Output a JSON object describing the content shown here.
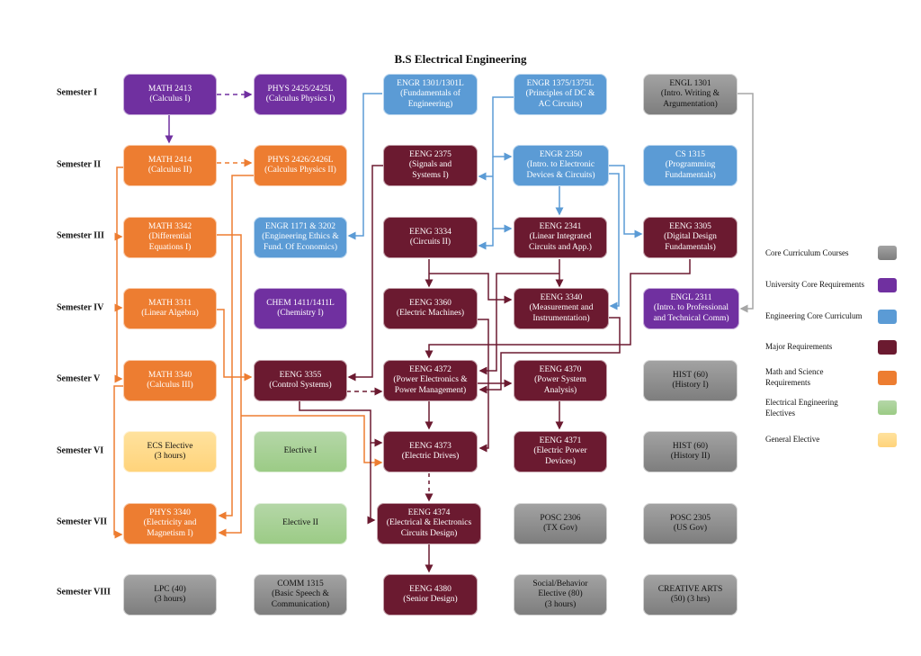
{
  "title": "B.S Electrical Engineering",
  "colors": {
    "core": "#8c8c8c",
    "univ": "#7030a0",
    "eng": "#5b9bd5",
    "major": "#6b1a30",
    "math": "#ed7d31",
    "eee": "#a8d08d",
    "gen": "#ffd98a",
    "line_core": "#a6a6a6"
  },
  "semesters": [
    {
      "id": "s1",
      "label": "Semester I"
    },
    {
      "id": "s2",
      "label": "Semester II"
    },
    {
      "id": "s3",
      "label": "Semester III"
    },
    {
      "id": "s4",
      "label": "Semester IV"
    },
    {
      "id": "s5",
      "label": "Semester V"
    },
    {
      "id": "s6",
      "label": "Semester VI"
    },
    {
      "id": "s7",
      "label": "Semester VII"
    },
    {
      "id": "s8",
      "label": "Semester VIII"
    }
  ],
  "courses": {
    "math2413": {
      "text": "MATH 2413\n(Calculus I)",
      "category": "univ"
    },
    "phys2425": {
      "text": "PHYS 2425/2425L\n(Calculus Physics I)",
      "category": "univ"
    },
    "engr1301": {
      "text": "ENGR 1301/1301L\n(Fundamentals of\nEngineering)",
      "category": "eng"
    },
    "engr1375": {
      "text": "ENGR 1375/1375L\n(Principles of DC &\nAC Circuits)",
      "category": "eng"
    },
    "engl1301": {
      "text": "ENGL 1301\n(Intro. Writing &\nArgumentation)",
      "category": "core"
    },
    "math2414": {
      "text": "MATH 2414\n(Calculus II)",
      "category": "math"
    },
    "phys2426": {
      "text": "PHYS 2426/2426L\n(Calculus Physics II)",
      "category": "math"
    },
    "eeng2375": {
      "text": "EENG 2375\n(Signals and\nSystems I)",
      "category": "major"
    },
    "engr2350": {
      "text": "ENGR 2350\n(Intro. to Electronic\nDevices & Circuits)",
      "category": "eng"
    },
    "cs1315": {
      "text": "CS 1315\n(Programming\nFundamentals)",
      "category": "eng"
    },
    "math3342": {
      "text": "MATH 3342\n(Differential\nEquations I)",
      "category": "math"
    },
    "engr1171": {
      "text": "ENGR 1171 & 3202\n(Engineering Ethics &\nFund. Of Economics)",
      "category": "eng"
    },
    "eeng3334": {
      "text": "EENG 3334\n(Circuits II)",
      "category": "major"
    },
    "eeng2341": {
      "text": "EENG 2341\n(Linear Integrated\nCircuits and App.)",
      "category": "major"
    },
    "eeng3305": {
      "text": "EENG 3305\n(Digital Design\nFundamentals)",
      "category": "major"
    },
    "math3311": {
      "text": "MATH 3311\n(Linear Algebra)",
      "category": "math"
    },
    "chem1411": {
      "text": "CHEM 1411/1411L\n(Chemistry I)",
      "category": "univ"
    },
    "eeng3360": {
      "text": "EENG 3360\n(Electric Machines)",
      "category": "major"
    },
    "eeng3340": {
      "text": "EENG 3340\n(Measurement and\nInstrumentation)",
      "category": "major"
    },
    "engl2311": {
      "text": "ENGL 2311\n(Intro. to Professional\nand Technical Comm)",
      "category": "univ"
    },
    "math3340": {
      "text": "MATH 3340\n(Calculus III)",
      "category": "math"
    },
    "eeng3355": {
      "text": "EENG 3355\n(Control Systems)",
      "category": "major"
    },
    "eeng4372": {
      "text": "EENG 4372\n(Power Electronics &\nPower Management)",
      "category": "major"
    },
    "eeng4370": {
      "text": "EENG 4370\n(Power System\nAnalysis)",
      "category": "major"
    },
    "hist60a": {
      "text": "HIST (60)\n(History I)",
      "category": "core"
    },
    "ecs": {
      "text": "ECS Elective\n(3 hours)",
      "category": "gen"
    },
    "elec1": {
      "text": "Elective I",
      "category": "eee"
    },
    "eeng4373": {
      "text": "EENG 4373\n(Electric Drives)",
      "category": "major"
    },
    "eeng4371": {
      "text": "EENG 4371\n(Electric Power\nDevices)",
      "category": "major"
    },
    "hist60b": {
      "text": "HIST (60)\n(History II)",
      "category": "core"
    },
    "phys3340": {
      "text": "PHYS 3340\n(Electricity and\nMagnetism I)",
      "category": "math"
    },
    "elec2": {
      "text": "Elective II",
      "category": "eee"
    },
    "eeng4374": {
      "text": "EENG 4374\n(Electrical & Electronics\nCircuits Design)",
      "category": "major"
    },
    "posc2306": {
      "text": "POSC 2306\n(TX Gov)",
      "category": "core"
    },
    "posc2305": {
      "text": "POSC 2305\n(US Gov)",
      "category": "core"
    },
    "lpc40": {
      "text": "LPC (40)\n(3 hours)",
      "category": "core"
    },
    "comm1315": {
      "text": "COMM 1315\n(Basic Speech &\nCommunication)",
      "category": "core"
    },
    "eeng4380": {
      "text": "EENG 4380\n(Senior Design)",
      "category": "major"
    },
    "social80": {
      "text": "Social/Behavior\nElective (80)\n(3 hours)",
      "category": "core"
    },
    "creative50": {
      "text": "CREATIVE ARTS\n(50) (3 hrs)",
      "category": "core"
    }
  },
  "prerequisites": [
    {
      "from": "math2413",
      "to": "math2414",
      "style": "solid"
    },
    {
      "from": "math2413",
      "to": "phys2425",
      "style": "dashed"
    },
    {
      "from": "math2414",
      "to": "phys2426",
      "style": "dashed"
    },
    {
      "from": "math2414",
      "to": "math3342",
      "style": "solid"
    },
    {
      "from": "math2414",
      "to": "math3311",
      "style": "solid"
    },
    {
      "from": "math2414",
      "to": "math3340",
      "style": "solid"
    },
    {
      "from": "math3340",
      "to": "phys3340",
      "style": "solid"
    },
    {
      "from": "phys2426",
      "to": "phys3340",
      "style": "solid"
    },
    {
      "from": "math3342",
      "to": "phys3340",
      "style": "solid"
    },
    {
      "from": "math3311",
      "to": "eeng3355",
      "style": "solid"
    },
    {
      "from": "math3342",
      "to": "eeng4373",
      "style": "solid"
    },
    {
      "from": "engr1301",
      "to": "engr1171",
      "style": "solid"
    },
    {
      "from": "engr1375",
      "to": "engr2350",
      "style": "solid"
    },
    {
      "from": "engr1375",
      "to": "eeng2375",
      "style": "solid"
    },
    {
      "from": "engr1375",
      "to": "eeng2341",
      "style": "solid"
    },
    {
      "from": "engr1375",
      "to": "eeng3334",
      "style": "solid"
    },
    {
      "from": "engr2350",
      "to": "eeng2341",
      "style": "solid"
    },
    {
      "from": "engr2350",
      "to": "eeng3305",
      "style": "solid"
    },
    {
      "from": "engr2350",
      "to": "eeng3340",
      "style": "solid"
    },
    {
      "from": "engl1301",
      "to": "engl2311",
      "style": "solid"
    },
    {
      "from": "eeng2375",
      "to": "eeng3355",
      "style": "solid"
    },
    {
      "from": "eeng3334",
      "to": "eeng3360",
      "style": "solid"
    },
    {
      "from": "eeng3334",
      "to": "eeng3340",
      "style": "solid"
    },
    {
      "from": "eeng2341",
      "to": "eeng3340",
      "style": "solid"
    },
    {
      "from": "eeng2341",
      "to": "eeng4372",
      "style": "solid"
    },
    {
      "from": "eeng3305",
      "to": "eeng4372",
      "style": "solid"
    },
    {
      "from": "eeng3340",
      "to": "eeng4372",
      "style": "solid"
    },
    {
      "from": "eeng3360",
      "to": "eeng4373",
      "style": "solid"
    },
    {
      "from": "eeng3355",
      "to": "eeng4372",
      "style": "dashed"
    },
    {
      "from": "eeng3355",
      "to": "eeng4373",
      "style": "solid"
    },
    {
      "from": "eeng3355",
      "to": "eeng4374",
      "style": "solid"
    },
    {
      "from": "eeng4372",
      "to": "eeng4370",
      "style": "solid"
    },
    {
      "from": "eeng4372",
      "to": "eeng4373",
      "style": "solid"
    },
    {
      "from": "eeng4370",
      "to": "eeng4371",
      "style": "solid"
    },
    {
      "from": "eeng4373",
      "to": "eeng4374",
      "style": "dashed"
    },
    {
      "from": "eeng4374",
      "to": "eeng4380",
      "style": "solid"
    }
  ],
  "legend": [
    {
      "label": "Core Curriculum Courses",
      "category": "core"
    },
    {
      "label": "University Core Requirements",
      "category": "univ"
    },
    {
      "label": "Engineering Core Curriculum",
      "category": "eng"
    },
    {
      "label": "Major Requirements",
      "category": "major"
    },
    {
      "label": "Math and Science Requirements",
      "category": "math"
    },
    {
      "label": "Electrical Engineering Electives",
      "category": "eee"
    },
    {
      "label": "General Elective",
      "category": "gen"
    }
  ]
}
